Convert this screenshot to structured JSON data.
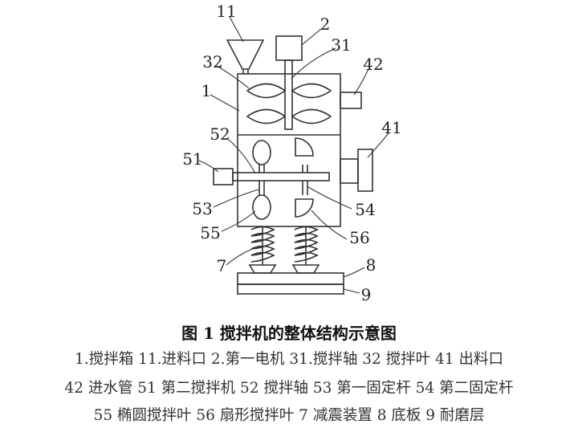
{
  "figure": {
    "labels": {
      "l11": "11",
      "l2": "2",
      "l31": "31",
      "l32": "32",
      "l42": "42",
      "l1": "1",
      "l52": "52",
      "l41": "41",
      "l51": "51",
      "l53": "53",
      "l54": "54",
      "l55": "55",
      "l56": "56",
      "l7": "7",
      "l8": "8",
      "l9": "9"
    }
  },
  "caption": {
    "title": "图 1  搅拌机的整体结构示意图",
    "legend": [
      "1.搅拌箱 11.进料口 2.第一电机 31.搅拌轴 32 搅拌叶 41 出料口",
      "42 进水管 51 第二搅拌机 52 搅拌轴 53 第一固定杆 54 第二固定杆",
      "55 椭圆搅拌叶 56 扇形搅拌叶 7 减震装置 8 底板 9 耐磨层"
    ]
  }
}
